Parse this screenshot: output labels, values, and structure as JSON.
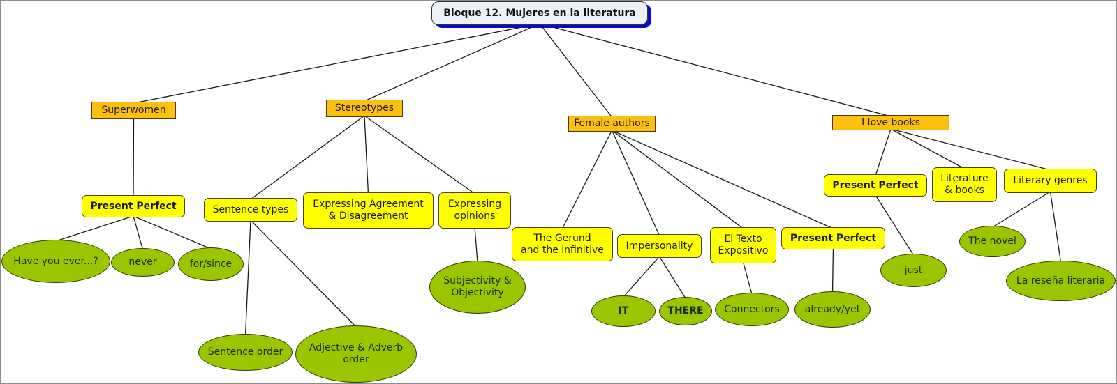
{
  "title": "Bloque 12. Mujeres en la literatura",
  "colors": {
    "root_fill": "#edf2f6",
    "root_shadow": "#0a0acc",
    "category_fill": "#fdc00c",
    "topic_fill": "#ffff00",
    "leaf_fill": "#99c600",
    "link": "#1a1a1a"
  },
  "categories": {
    "superwomen": "Superwomen",
    "stereotypes": "Stereotypes",
    "female_authors": "Female authors",
    "i_love_books": "I love books"
  },
  "topics": {
    "pp1": "Present Perfect",
    "sentence_types": "Sentence types",
    "agreement": "Expressing Agreement\n& Disagreement",
    "opinions": "Expressing\nopinions",
    "gerund": "The Gerund\nand the infinitive",
    "impersonality": "Impersonality",
    "texto": "El Texto\nExpositivo",
    "pp2": "Present Perfect",
    "pp3": "Present Perfect",
    "literature": "Literature\n& books",
    "genres": "Literary genres"
  },
  "leaves": {
    "have_you_ever": "Have you ever...?",
    "never": "never",
    "for_since": "for/since",
    "sentence_order": "Sentence order",
    "adj_adv": "Adjective & Adverb\norder",
    "subjectivity": "Subjectivity &\nObjectivity",
    "it": "IT",
    "there": "THERE",
    "connectors": "Connectors",
    "already_yet": "already/yet",
    "just": "just",
    "novel": "The novel",
    "resena": "La reseña literaria"
  },
  "links": [
    [
      "root",
      "superwomen"
    ],
    [
      "root",
      "stereotypes"
    ],
    [
      "root",
      "female_authors"
    ],
    [
      "root",
      "i_love_books"
    ],
    [
      "superwomen",
      "pp1"
    ],
    [
      "pp1",
      "have_you_ever"
    ],
    [
      "pp1",
      "never"
    ],
    [
      "pp1",
      "for_since"
    ],
    [
      "stereotypes",
      "sentence_types"
    ],
    [
      "stereotypes",
      "agreement"
    ],
    [
      "stereotypes",
      "opinions"
    ],
    [
      "sentence_types",
      "sentence_order"
    ],
    [
      "sentence_types",
      "adj_adv"
    ],
    [
      "opinions",
      "subjectivity"
    ],
    [
      "female_authors",
      "gerund"
    ],
    [
      "female_authors",
      "impersonality"
    ],
    [
      "female_authors",
      "texto"
    ],
    [
      "female_authors",
      "pp2"
    ],
    [
      "impersonality",
      "it"
    ],
    [
      "impersonality",
      "there"
    ],
    [
      "texto",
      "connectors"
    ],
    [
      "pp2",
      "already_yet"
    ],
    [
      "i_love_books",
      "pp3"
    ],
    [
      "i_love_books",
      "literature"
    ],
    [
      "i_love_books",
      "genres"
    ],
    [
      "pp3",
      "just"
    ],
    [
      "genres",
      "novel"
    ],
    [
      "genres",
      "resena"
    ]
  ]
}
